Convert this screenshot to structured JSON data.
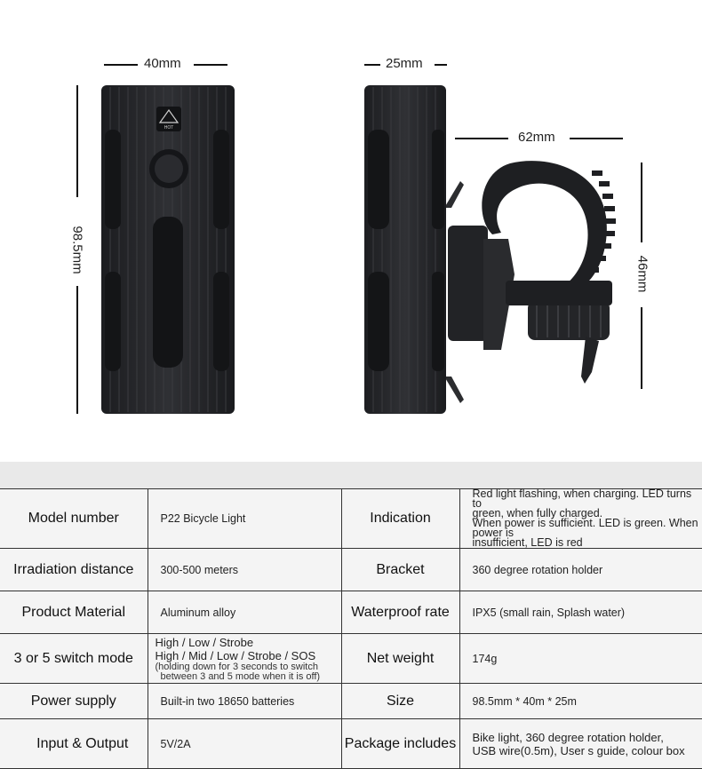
{
  "dimensions": {
    "width_top": "40mm",
    "height_left": "98.5mm",
    "depth_top": "25mm",
    "bracket_width": "62mm",
    "bracket_height": "46mm"
  },
  "product_icon_text": "HOT",
  "specs": {
    "rows": [
      {
        "key": "Model number",
        "value": "P22 Bicycle Light",
        "key2": "Indication",
        "value2_lines": [
          "Red light flashing, when charging. LED turns to",
          "green,  when fully charged.",
          "When power is sufficient. LED is green. When power is",
          "insufficient,   LED is red"
        ]
      },
      {
        "key": "Irradiation distance",
        "value": "300-500 meters",
        "key2": "Bracket",
        "value2": "360 degree rotation holder"
      },
      {
        "key": "Product Material",
        "value": "Aluminum alloy",
        "key2": "Waterproof rate",
        "value2": "IPX5 (small rain, Splash water)"
      },
      {
        "key": "3 or 5 switch mode",
        "value_lines": [
          "High / Low / Strobe",
          "High / Mid / Low / Strobe / SOS"
        ],
        "value_note": [
          "(holding down for 3 seconds to switch",
          "between 3 and 5 mode when it is off)"
        ],
        "key2": "Net weight",
        "value2": "174g"
      },
      {
        "key": "Power supply",
        "value": "Built-in  two 18650 batteries",
        "key2": "Size",
        "value2": "98.5mm * 40m * 25m"
      },
      {
        "key": "Input & Output",
        "value": "5V/2A",
        "key2": "Package includes",
        "value2_lines": [
          "Bike light, 360 degree rotation holder,",
          "USB wire(0.5m), User s guide, colour box"
        ]
      }
    ]
  }
}
